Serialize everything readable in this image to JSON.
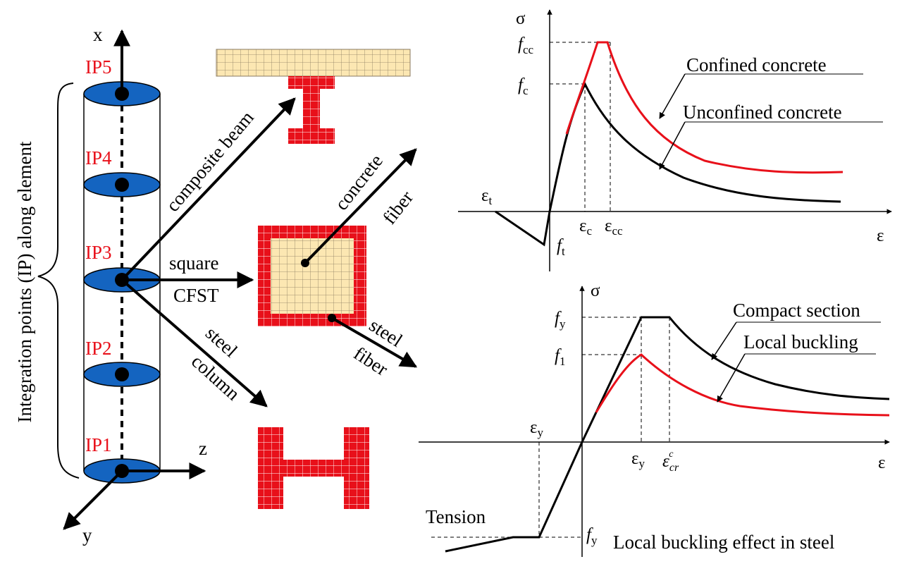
{
  "colors": {
    "steel": "#e8101a",
    "concrete": "#fce7b2",
    "ip_disc": "#1464c0",
    "curve_black": "#000000",
    "curve_red": "#e8101a"
  },
  "left": {
    "axis_x": "x",
    "axis_z": "z",
    "axis_y": "y",
    "brace_label": "Integration points (IP) along element",
    "ip_labels": [
      "IP5",
      "IP4",
      "IP3",
      "IP2",
      "IP1"
    ],
    "arrow_composite": "composite beam",
    "arrow_square_1": "square",
    "arrow_square_2": "CFST",
    "arrow_steel_1": "steel",
    "arrow_steel_2": "column",
    "arrow_concrete_1": "concrete",
    "arrow_concrete_2": "fiber",
    "arrow_steelfiber_1": "steel",
    "arrow_steelfiber_2": "fiber"
  },
  "top_chart": {
    "y_axis": "σ",
    "x_axis": "ε",
    "fcc": "f",
    "fcc_sub": "cc",
    "fc": "f",
    "fc_sub": "c",
    "ft": "f",
    "ft_sub": "t",
    "eps_t": "ε",
    "eps_t_sub": "t",
    "eps_c": "ε",
    "eps_c_sub": "c",
    "eps_cc": "ε",
    "eps_cc_sub": "cc",
    "confined": "Confined concrete",
    "unconfined": "Unconfined concrete"
  },
  "bottom_chart": {
    "y_axis": "σ",
    "x_axis": "ε",
    "fy": "f",
    "fy_sub": "y",
    "f1": "f",
    "f1_sub": "1",
    "fy_neg": "f",
    "fy_neg_sub": "y",
    "eps_y_neg": "ε",
    "eps_y_neg_sub": "y",
    "eps_y": "ε",
    "eps_y_sub": "y",
    "eps_cr": "ε",
    "eps_cr_sub": "cr",
    "eps_cr_sup": "c",
    "compact": "Compact section",
    "local": "Local buckling",
    "tension": "Tension",
    "caption": "Local buckling effect in steel"
  }
}
